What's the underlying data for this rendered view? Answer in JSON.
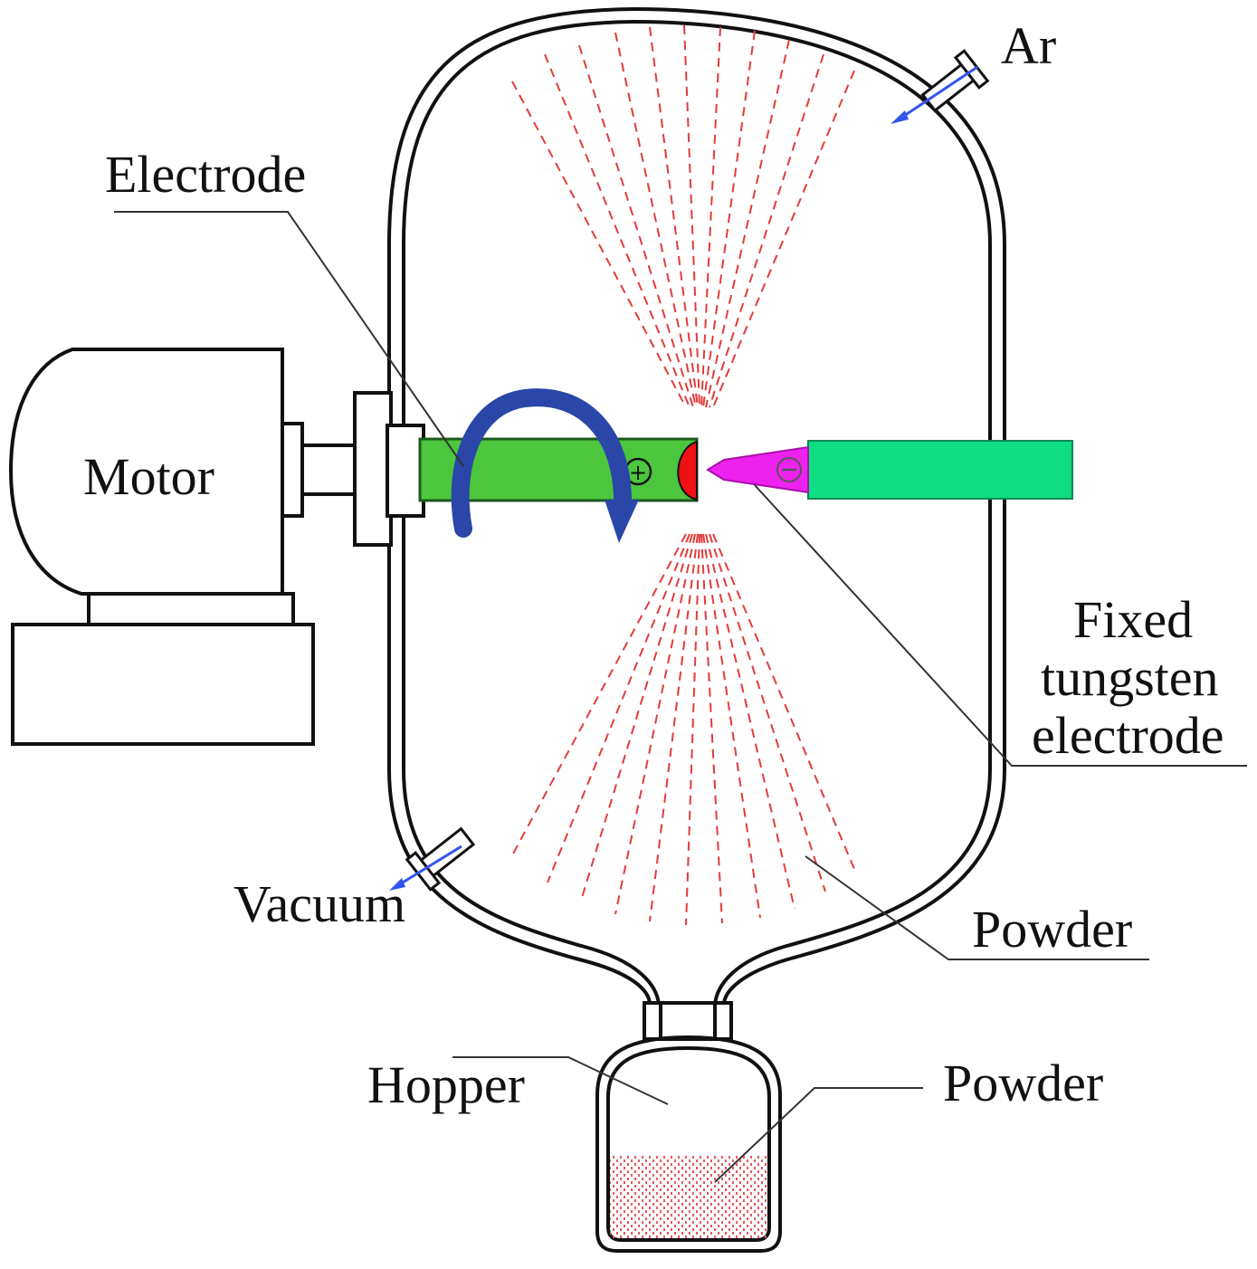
{
  "labels": {
    "ar": "Ar",
    "electrode": "Electrode",
    "motor": "Motor",
    "fixed_l1": "Fixed",
    "fixed_l2": "tungsten",
    "fixed_l3": "electrode",
    "vacuum": "Vacuum",
    "powder_chamber": "Powder",
    "hopper": "Hopper",
    "powder_hopper": "Powder"
  },
  "symbols": {
    "anode": "+",
    "cathode": "−"
  },
  "colors": {
    "electrode_green": "#4cc63c",
    "tungsten_green": "#0fdd83",
    "arc_tip_red": "#ee1111",
    "tungsten_tip_magenta": "#ee22ee",
    "rotation_arrow_blue": "#2a46a8",
    "spray_red": "#e33b3b",
    "gas_flow_blue": "#3355ee"
  },
  "icons": {
    "rotation": "rotation-arrow-icon",
    "gas_in": "gas-inlet-arrow-icon",
    "gas_out": "vacuum-outlet-arrow-icon"
  }
}
